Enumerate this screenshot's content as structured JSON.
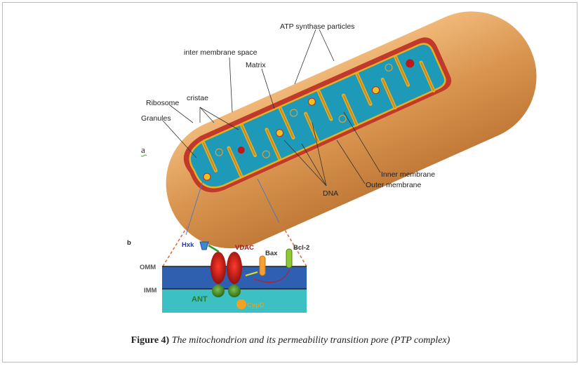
{
  "figure": {
    "panel_a": {
      "label": "a",
      "labels": {
        "atp": "ATP synthase particles",
        "intermembrane": "inter membrane space",
        "matrix": "Matrix",
        "cristae": "cristae",
        "ribosome": "Ribosome",
        "granules": "Granules",
        "inner": "Inner membrane",
        "outer": "Outer membrane",
        "dna": "DNA"
      }
    },
    "panel_b": {
      "label": "b",
      "labels": {
        "hxk": "Hxk",
        "vdac": "VDAC",
        "bax": "Bax",
        "bcl2": "Bcl-2",
        "omm": "OMM",
        "imm": "IMM",
        "ant": "ANT",
        "cypd": "CypD"
      }
    },
    "caption": {
      "number": "Figure 4)",
      "text": "The mitochondrion and its permeability transition pore (PTP complex)"
    }
  },
  "colors": {
    "outer": "#d9954f",
    "matrix": "#1e9ab8",
    "membrane": "#e8b020",
    "omm_band": "#2f5fb0",
    "imm_band": "#3cc0c4"
  }
}
